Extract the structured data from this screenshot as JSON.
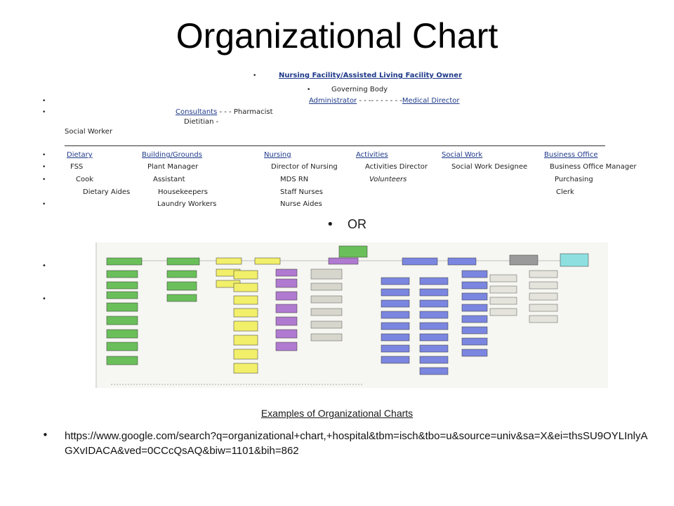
{
  "title": "Organizational Chart",
  "owner": "Nursing Facility/Assisted Living Facility Owner",
  "governing_body": "Governing Body",
  "administrator": "Administrator",
  "admin_dashes": " - - -- - - - - - -",
  "medical_director": "Medical Director",
  "consultants": "Consultants",
  "pharmacist": " - - - Pharmacist",
  "dietitian": "Dietitian -",
  "social_worker": "Social Worker",
  "departments": [
    "Dietary",
    "Building/Grounds",
    "Nursing",
    "Activities",
    "Social Work",
    "Business Office"
  ],
  "heads": [
    "FSS",
    "Plant Manager",
    "Director of Nursing",
    "Activities Director",
    "Social Work Designee",
    "Business Office Manager"
  ],
  "row3": [
    "Cook",
    "Assistant",
    "MDS RN",
    "Volunteers",
    "Purchasing"
  ],
  "row4": [
    "Dietary Aides",
    "Housekeepers",
    "Staff Nurses",
    "Clerk"
  ],
  "row5": [
    "Laundry Workers",
    "Nurse Aides"
  ],
  "or_label": "OR",
  "caption": "Examples of Organizational Charts",
  "url": "https://www.google.com/search?q=organizational+chart,+hospital&tbm=isch&tbo=u&source=univ&sa=X&ei=thsSU9OYLInlyAGXvIDACA&ved=0CCcQsAQ&biw=1101&bih=862",
  "colors": {
    "green": "#6abf5a",
    "yellow": "#f2ef6a",
    "purple": "#b07ad0",
    "blue": "#7b86e0",
    "gray": "#9a9a9a",
    "teal": "#8ee0e0"
  }
}
